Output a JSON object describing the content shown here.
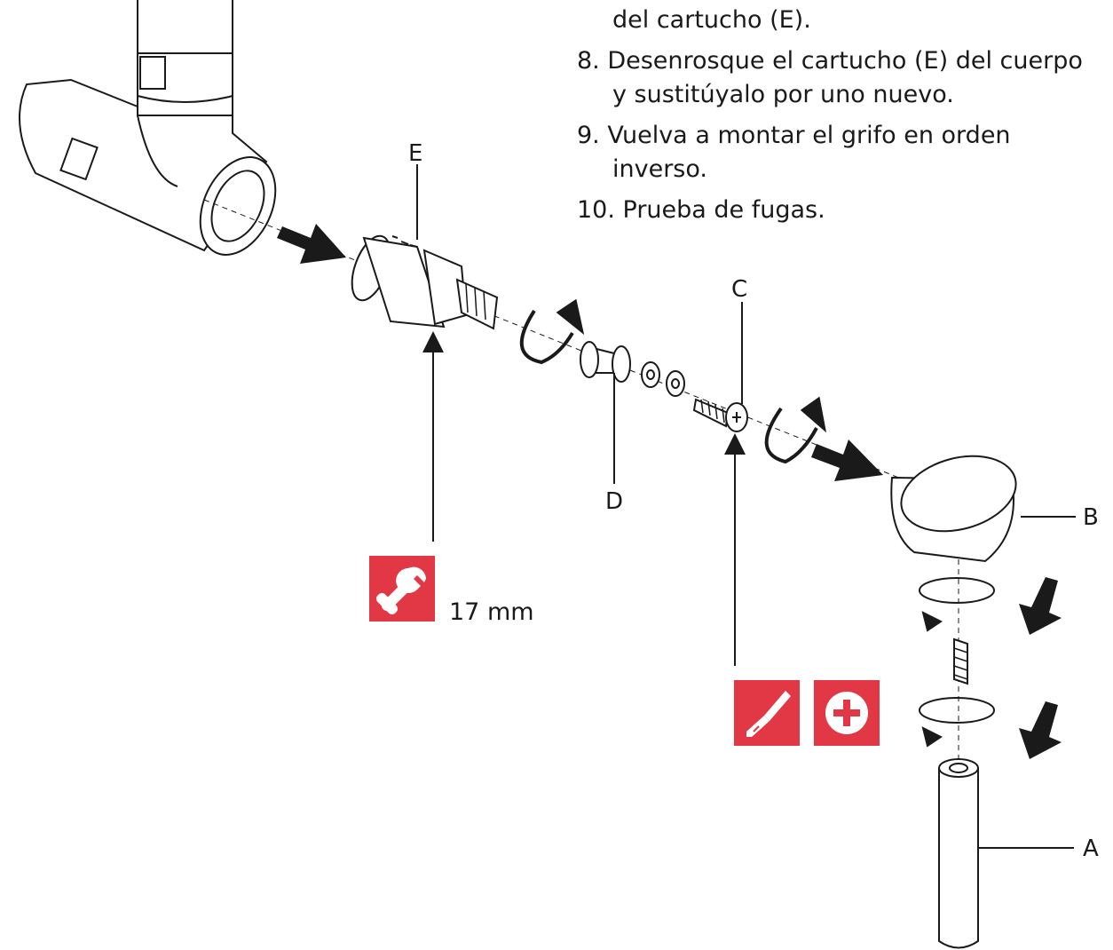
{
  "instructions": {
    "step7_tail": "del cartucho (E).",
    "step8_line1": "8. Desenrosque el cartucho (E) del cuerpo",
    "step8_line2": "y sustitúyalo por uno nuevo.",
    "step9_line1": "9. Vuelva a montar el grifo en orden",
    "step9_line2": "inverso.",
    "step10": "10. Prueba de fugas."
  },
  "labels": {
    "A": "A",
    "B": "B",
    "C": "C",
    "D": "D",
    "E": "E"
  },
  "tools": {
    "wrench_size": "17 mm",
    "wrench_icon": "wrench-icon",
    "screwdriver_icon": "screwdriver-icon",
    "phillips_icon": "phillips-head-icon"
  },
  "colors": {
    "tool_badge": "#e23744",
    "line_art": "#1a1a1a"
  }
}
